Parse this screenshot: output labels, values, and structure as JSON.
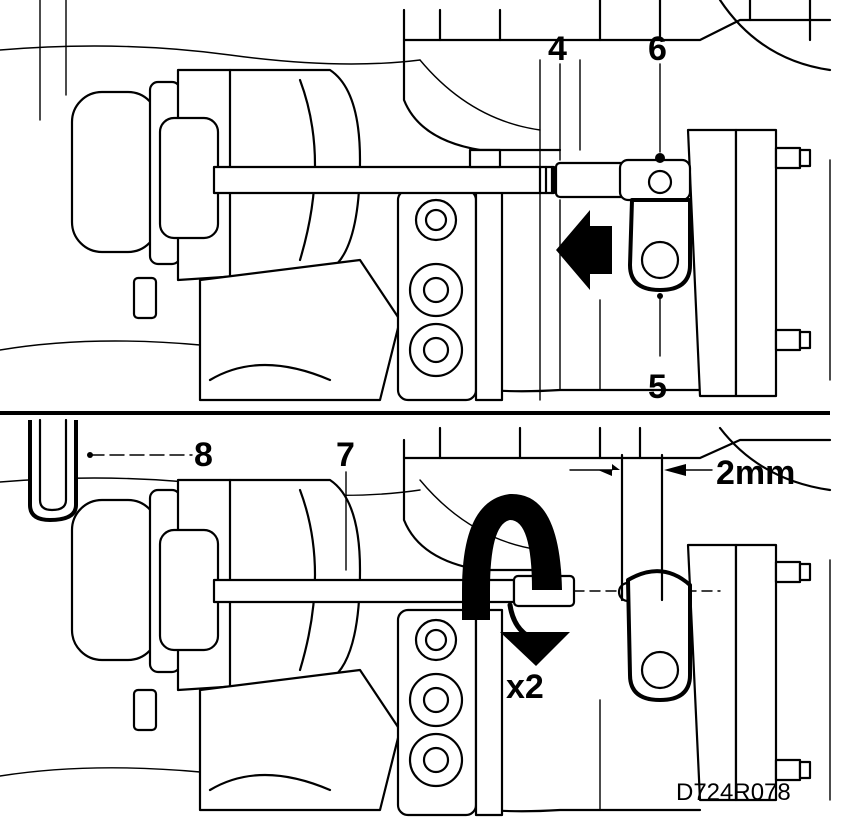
{
  "figure": {
    "top_panel": {
      "labels": {
        "rod": "4",
        "pin": "6",
        "lever": "5"
      }
    },
    "bottom_panel": {
      "labels": {
        "gauge": "8",
        "rod": "7",
        "clearance": "2mm",
        "turns": "x2"
      }
    },
    "reference_code": "D724R078"
  }
}
